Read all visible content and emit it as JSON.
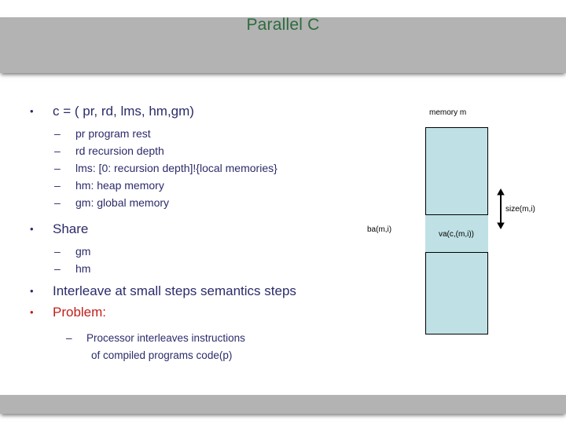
{
  "slide": {
    "title": "Parallel C",
    "title_color": "#2e6b3e",
    "band_color": "#b3b3b3",
    "body_text_color": "#2b2b6b",
    "accent_color": "#c0201c"
  },
  "bullets": [
    {
      "level": 1,
      "marker": "•",
      "text": "c = ( pr, rd, lms, hm,gm)",
      "accent": false
    },
    {
      "level": 2,
      "marker": "–",
      "text": "pr program rest",
      "accent": false
    },
    {
      "level": 2,
      "marker": "–",
      "text": "rd recursion depth",
      "accent": false
    },
    {
      "level": 2,
      "marker": "–",
      "text": "lms: [0: recursion depth]!{local memories}",
      "accent": false
    },
    {
      "level": 2,
      "marker": "–",
      "text": "hm: heap memory",
      "accent": false
    },
    {
      "level": 2,
      "marker": "–",
      "text": "gm: global memory",
      "accent": false
    },
    {
      "level": 1,
      "marker": "•",
      "text": "Share",
      "accent": false
    },
    {
      "level": 2,
      "marker": "–",
      "text": "gm",
      "accent": false
    },
    {
      "level": 2,
      "marker": "–",
      "text": "hm",
      "accent": false
    },
    {
      "level": 1,
      "marker": "•",
      "text": "Interleave at small steps semantics steps",
      "accent": false
    },
    {
      "level": 1,
      "marker": "•",
      "text": "Problem:",
      "accent": true
    },
    {
      "level": 3,
      "marker": "–",
      "text": "Processor interleaves instructions",
      "accent": false
    },
    {
      "level": 3,
      "marker": "",
      "text": "of compiled programs code(p)",
      "accent": false
    }
  ],
  "diagram": {
    "title": "memory m",
    "base_address_label": "ba(m,i)",
    "size_label": "size(m,i)",
    "segment_label": "va(c,(m,i))",
    "block_fill": "#bfe1e5",
    "block_stroke": "#000000",
    "arrow_name": "double-headed-vertical-arrow"
  }
}
